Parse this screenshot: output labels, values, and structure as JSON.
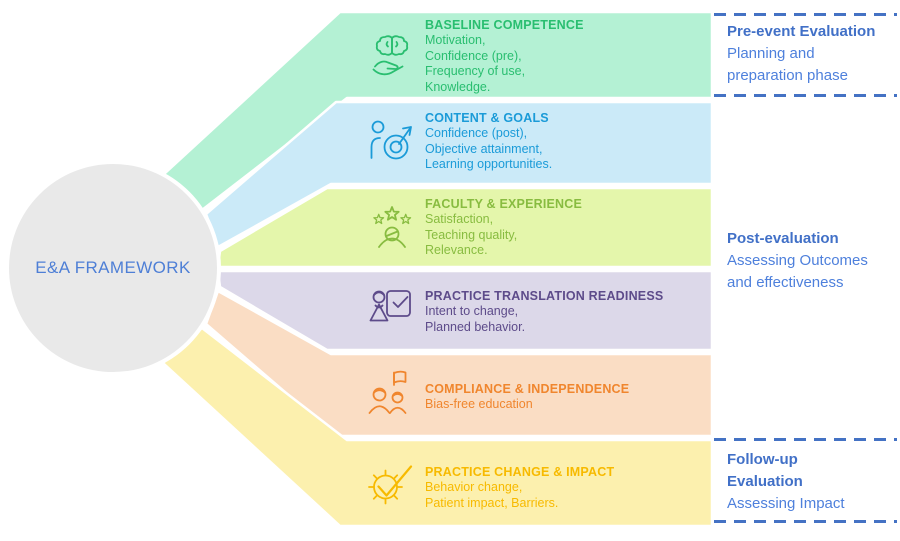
{
  "hub": {
    "label": "E&A FRAMEWORK"
  },
  "bands": [
    {
      "title": "BASELINE COMPETENCE",
      "lines": [
        "Motivation,",
        "Confidence (pre),",
        "Frequency of use,",
        "Knowledge."
      ],
      "icon": "brain-in-hand",
      "bg": "#B4F1D4",
      "fg": "#29BE70"
    },
    {
      "title": "CONTENT & GOALS",
      "lines": [
        "Confidence (post),",
        "Objective attainment,",
        "Learning opportunities."
      ],
      "icon": "person-target",
      "bg": "#CBEAF8",
      "fg": "#1B9BD8"
    },
    {
      "title": "FACULTY & EXPERIENCE",
      "lines": [
        "Satisfaction,",
        "Teaching quality,",
        "Relevance."
      ],
      "icon": "person-stars",
      "bg": "#E4F6AB",
      "fg": "#88BC40"
    },
    {
      "title": "PRACTICE TRANSLATION READINESS",
      "lines": [
        "Intent to change,",
        "Planned behavior."
      ],
      "icon": "presenter-checklist",
      "bg": "#DCD8E9",
      "fg": "#5D4B8A"
    },
    {
      "title": "COMPLIANCE & INDEPENDENCE",
      "lines": [
        "Bias-free education"
      ],
      "icon": "people-flag",
      "bg": "#FADDC4",
      "fg": "#F0862E"
    },
    {
      "title": "PRACTICE CHANGE & IMPACT",
      "lines": [
        "Behavior change,",
        "Patient impact, Barriers."
      ],
      "icon": "gear-check",
      "bg": "#FCF0AE",
      "fg": "#F7BA00"
    }
  ],
  "phases": [
    {
      "title_lines": [
        "Pre-event Evaluation"
      ],
      "subtitle_lines": [
        "Planning and",
        "preparation phase"
      ]
    },
    {
      "title_lines": [
        "Post-evaluation"
      ],
      "subtitle_lines": [
        "Assessing Outcomes",
        "and effectiveness"
      ]
    },
    {
      "title_lines": [
        "Follow-up",
        "Evaluation"
      ],
      "subtitle_lines": [
        "Assessing Impact"
      ]
    }
  ],
  "colors": {
    "hub_bg": "#E9E9E9",
    "hub_text": "#4E7FD6",
    "phase_title": "#4170C7",
    "phase_sub": "#4E80DC",
    "phase_line": "#4472C4",
    "separator": "#FFFFFF"
  }
}
